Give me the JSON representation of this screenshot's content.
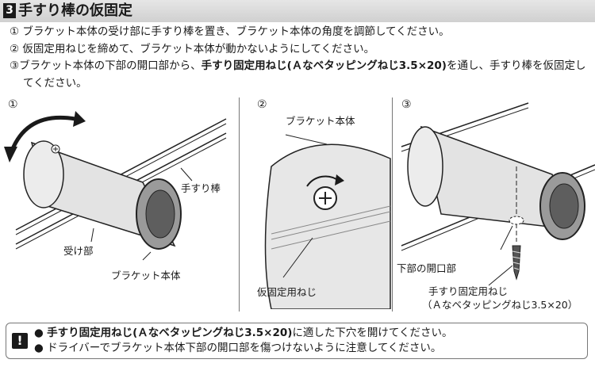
{
  "header": {
    "step_number": "3",
    "title": "手すり棒の仮固定"
  },
  "instructions": {
    "line1": "① ブラケット本体の受け部に手すり棒を置き、ブラケット本体の角度を調節してください。",
    "line2": "② 仮固定用ねじを締めて、ブラケット本体が動かないようにしてください。",
    "line3_prefix": "③ブラケット本体の下部の開口部から、",
    "line3_bold": "手すり固定用ねじ(Ａなベタッピングねじ3.5×20)",
    "line3_suffix": "を通し、手すり棒を仮固定してください。"
  },
  "panel1": {
    "number": "①",
    "label_handrail": "手すり棒",
    "label_receiver": "受け部",
    "label_bracket": "ブラケット本体"
  },
  "panel2": {
    "number": "②",
    "label_bracket": "ブラケット本体",
    "label_temp_screw": "仮固定用ねじ"
  },
  "panel3": {
    "number": "③",
    "label_opening": "下部の開口部",
    "label_screw": "手すり固定用ねじ",
    "label_screw_spec": "（Ａなベタッピングねじ3.5×20）"
  },
  "notes": {
    "icon": "exclamation-icon",
    "line1_prefix": "● ",
    "line1_bold": "手すり固定用ねじ(Ａなベタッピングねじ3.5×20)",
    "line1_suffix": "に適した下穴を開けてください。",
    "line2": "● ドライバーでブラケット本体下部の開口部を傷つけないように注意してください。"
  }
}
